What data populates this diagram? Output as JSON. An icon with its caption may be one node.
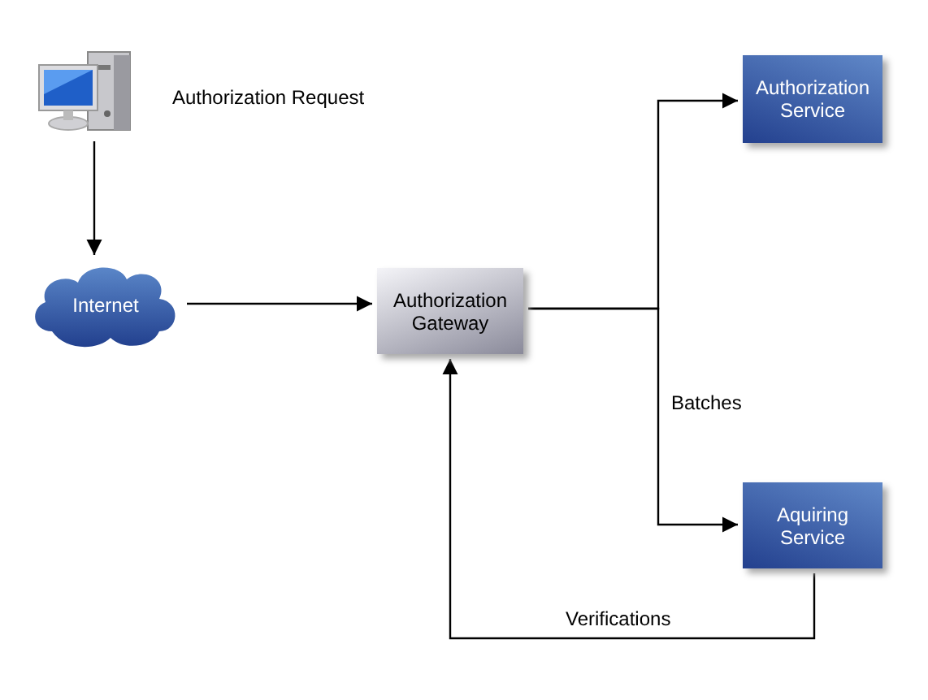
{
  "diagram": {
    "nodes": [
      {
        "text": [],
        "shape": "picture",
        "beside": [
          "Authorization Request"
        ]
      },
      {
        "text": [
          "Internet"
        ]
      },
      {
        "text": [
          "Authorization Gateway"
        ]
      },
      {
        "text": [
          "Authorization Service"
        ]
      },
      {
        "text": [
          "Aquiring Service"
        ]
      }
    ],
    "edges": [
      {
        "from": 0,
        "to": 1,
        "arrow": "to"
      },
      {
        "from": 1,
        "to": 2,
        "arrow": "to"
      },
      {
        "from": 2,
        "to": 3,
        "arrow": "to"
      },
      {
        "from": 2,
        "to": 4,
        "arrow": "to",
        "label": "Batches"
      },
      {
        "from": 4,
        "to": 2,
        "arrow": "to",
        "label": "Verifications"
      }
    ]
  }
}
